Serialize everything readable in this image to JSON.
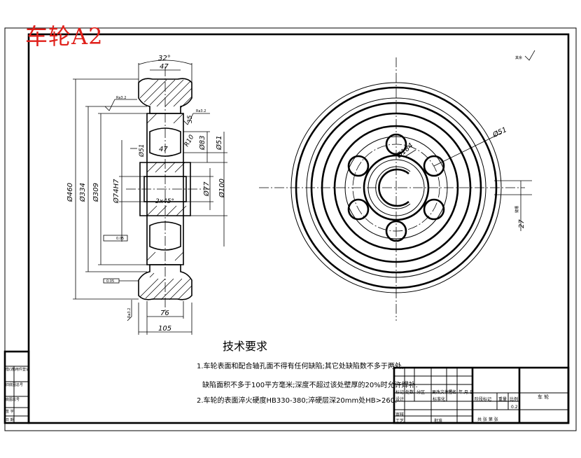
{
  "title": "车轮A2",
  "roughness_note": "其余",
  "angle_dim": "32°",
  "dims_left": {
    "d460": "Ø460",
    "d334": "Ø334",
    "d309": "Ø309",
    "d74": "Ø74H7",
    "w47_top": "47",
    "w47_inner": "47",
    "w76": "76",
    "w105": "105",
    "d51_left": "Ø51",
    "chamfer": "2x45°",
    "r10": "R10",
    "d83": "Ø83",
    "d51": "Ø51",
    "d77": "Ø77",
    "d100": "Ø100",
    "n35": "35",
    "r32_top": "Ra3.2",
    "r32_right": "Ra3.2",
    "r32_bottom": "Ra3.2",
    "flat": "0.05",
    "runout": "0.05"
  },
  "dims_right": {
    "d51": "Ø51",
    "d184": "Ø184",
    "n27": "27",
    "key": "键槽"
  },
  "tech": {
    "title": "技术要求",
    "line1": "1.车轮表面和配合轴孔面不得有任何缺陷;其它处缺陷数不多于两处,",
    "line2": "缺陷面积不多于100平方毫米;深度不超过该处壁厚的20%时允许焊补.",
    "line3": "2.车轮的表面淬火硬度HB330-380;淬硬层深20mm处HB>260."
  },
  "title_block": {
    "row_labels": [
      "标记",
      "处数",
      "分区",
      "更改文件号",
      "签名",
      "年.月.日"
    ],
    "design": "设计",
    "standard": "标准化",
    "review": "审核",
    "craft": "工艺",
    "approve": "批准",
    "stage": "阶段标记",
    "weight": "重量",
    "scale": "比例",
    "scale_val": "0.2",
    "sheets": "共 张 第 张",
    "name": "车 轮"
  },
  "side_block": {
    "c1": "借(通)用件登记",
    "c2": "旧底图总号",
    "c3": "底图总号",
    "c4": "签 字",
    "c5": "日 期"
  }
}
